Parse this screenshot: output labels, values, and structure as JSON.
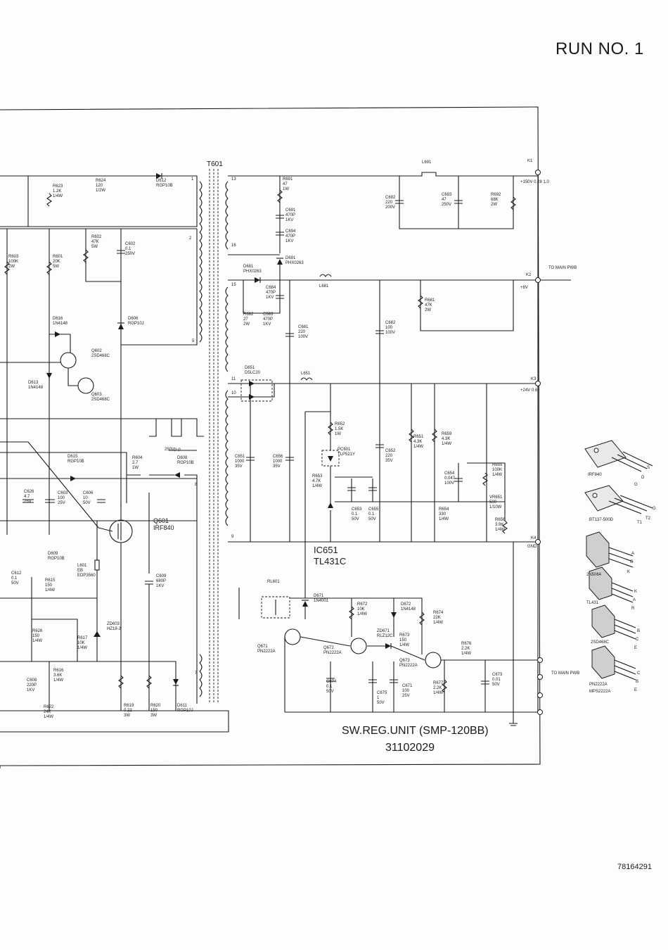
{
  "header": {
    "run_label": "RUN NO. 1"
  },
  "footer": {
    "unit_name": "SW.REG.UNIT (SMP-120BB)",
    "unit_code": "31102029",
    "doc_number": "78164291"
  },
  "ic651": {
    "ref": "IC651",
    "type": "TL431C"
  },
  "q601": {
    "ref": "Q601",
    "type": "IRF840"
  },
  "transformer": {
    "ref": "T601",
    "pins": [
      "1",
      "2",
      "5",
      "7",
      "8",
      "13",
      "16",
      "15",
      "11",
      "10",
      "9"
    ]
  },
  "terminals": [
    {
      "id": "K1",
      "note": "+150V 0.28 1.0"
    },
    {
      "id": "K2",
      "note": "+8V"
    },
    {
      "id": "K3",
      "note": "+24V 0.6"
    },
    {
      "id": "K4",
      "note": "GND"
    }
  ],
  "connectors": {
    "main_pwb_top": "TO MAIN PWB",
    "main_pwb_bottom": "TO MAIN PWB"
  },
  "waveform": {
    "label": "250Vp-p"
  },
  "components": {
    "r623": {
      "ref": "R623",
      "val1": "1.2K",
      "val2": "1/4W"
    },
    "r624": {
      "ref": "R624",
      "val1": "120",
      "val2": "1/2W"
    },
    "d612": {
      "ref": "D612",
      "val1": "RGP10B"
    },
    "r603": {
      "ref": "R603",
      "val1": "100K",
      "val2": "2W"
    },
    "r601": {
      "ref": "R601",
      "val1": "20K",
      "val2": "5W"
    },
    "r602": {
      "ref": "R602",
      "val1": "47K",
      "val2": "5W"
    },
    "c602": {
      "ref": "C602",
      "val1": "0.1",
      "val2": "250V"
    },
    "d616": {
      "ref": "D616",
      "val1": "1N4148"
    },
    "d606": {
      "ref": "D606",
      "val1": "RGP10J"
    },
    "q602": {
      "ref": "Q602",
      "val1": "2SD468C"
    },
    "q603": {
      "ref": "Q603",
      "val1": "2SD468C"
    },
    "d613": {
      "ref": "D613",
      "val1": "1N4148"
    },
    "d615": {
      "ref": "D615",
      "val1": "RGP10B"
    },
    "r604": {
      "ref": "R604",
      "val1": "2.7",
      "val2": "1W"
    },
    "d608": {
      "ref": "D608",
      "val1": "RGP10B"
    },
    "c626": {
      "ref": "C626",
      "val1": "4.7",
      "val2": "25V"
    },
    "c603": {
      "ref": "C603",
      "val1": "100",
      "val2": "25V"
    },
    "c606": {
      "ref": "C606",
      "val1": "10",
      "val2": "50V"
    },
    "d609": {
      "ref": "D609",
      "val1": "RGP10B"
    },
    "l601": {
      "ref": "L601",
      "val1": "EB",
      "val2": "EDP3560"
    },
    "c609": {
      "ref": "C609",
      "val1": "680P",
      "val2": "1KV"
    },
    "c612": {
      "ref": "C612",
      "val1": "0.1",
      "val2": "50V"
    },
    "r615": {
      "ref": "R615",
      "val1": "150",
      "val2": "1/4W"
    },
    "r626": {
      "ref": "R626",
      "val1": "150",
      "val2": "1/4W"
    },
    "r617": {
      "ref": "R617",
      "val1": "10K",
      "val2": "1/4W"
    },
    "zd603": {
      "ref": "ZD603",
      "val1": "HZ18-2"
    },
    "r616": {
      "ref": "R616",
      "val1": "3.6K",
      "val2": "1/4W"
    },
    "c608": {
      "ref": "C608",
      "val1": "220P",
      "val2": "1KV"
    },
    "r622": {
      "ref": "R622",
      "val1": "24K",
      "val2": "1/4W"
    },
    "r619": {
      "ref": "R619",
      "val1": "0.22",
      "val2": "3W"
    },
    "r620": {
      "ref": "R620",
      "val1": "150",
      "val2": "3W"
    },
    "d611": {
      "ref": "D611",
      "val1": "RGP10J"
    },
    "r691": {
      "ref": "R691",
      "val1": "47",
      "val2": "1W"
    },
    "c691": {
      "ref": "C691",
      "val1": "470P",
      "val2": "1KV"
    },
    "c694": {
      "ref": "C694",
      "val1": "470P",
      "val2": "1KV"
    },
    "d691": {
      "ref": "D691",
      "val1": "PHX0263"
    },
    "d681": {
      "ref": "D681",
      "val1": "PHX0263"
    },
    "c684": {
      "ref": "C684",
      "val1": "470P",
      "val2": "1KV"
    },
    "r682": {
      "ref": "R682",
      "val1": "27",
      "val2": "2W"
    },
    "c683": {
      "ref": "C683",
      "val1": "470P",
      "val2": "1KV"
    },
    "c681": {
      "ref": "C681",
      "val1": "220",
      "val2": "100V"
    },
    "c682": {
      "ref": "C682",
      "val1": "100",
      "val2": "100V"
    },
    "r681": {
      "ref": "R681",
      "val1": "47K",
      "val2": "2W"
    },
    "l691": {
      "ref": "L691"
    },
    "l681": {
      "ref": "L681"
    },
    "c692": {
      "ref": "C692",
      "val1": "220",
      "val2": "200V"
    },
    "c693": {
      "ref": "C693",
      "val1": "47",
      "val2": "250V"
    },
    "r692": {
      "ref": "R692",
      "val1": "68K",
      "val2": "2W"
    },
    "d651": {
      "ref": "D651",
      "val1": "D5LC20"
    },
    "l651": {
      "ref": "L651"
    },
    "r652": {
      "ref": "R652",
      "val1": "1.5K",
      "val2": "1W"
    },
    "pc601": {
      "ref": "PC601",
      "val1": "TLP521Y"
    },
    "r651": {
      "ref": "R651",
      "val1": "4.3K",
      "val2": "1/4W"
    },
    "r659": {
      "ref": "R659",
      "val1": "4.3K",
      "val2": "1/4W"
    },
    "c651": {
      "ref": "C651",
      "val1": "1000",
      "val2": "35V"
    },
    "c656": {
      "ref": "C656",
      "val1": "1000",
      "val2": "35V"
    },
    "c652": {
      "ref": "C652",
      "val1": "220",
      "val2": "35V"
    },
    "r653": {
      "ref": "R653",
      "val1": "4.7K",
      "val2": "1/4W"
    },
    "c654": {
      "ref": "C654",
      "val1": "0.047",
      "val2": "100V"
    },
    "r655": {
      "ref": "R655",
      "val1": "100K",
      "val2": "1/4W"
    },
    "vr651": {
      "ref": "VR651",
      "val1": "500",
      "val2": "1/10W"
    },
    "c653": {
      "ref": "C653",
      "val1": "0.1",
      "val2": "50V"
    },
    "c655": {
      "ref": "C655",
      "val1": "0.1",
      "val2": "50V"
    },
    "r654": {
      "ref": "R654",
      "val1": "330",
      "val2": "1/4W"
    },
    "r656": {
      "ref": "R656",
      "val1": "3.9K",
      "val2": "1/4W"
    },
    "rl601": {
      "ref": "RL601"
    },
    "d671": {
      "ref": "D671",
      "val1": "1N4001"
    },
    "r672": {
      "ref": "R672",
      "val1": "10K",
      "val2": "1/4W"
    },
    "d672": {
      "ref": "D672",
      "val1": "1N4148"
    },
    "r674": {
      "ref": "R674",
      "val1": "22K",
      "val2": "1/4W"
    },
    "zd671": {
      "ref": "ZD671",
      "val1": "RLZ12C"
    },
    "r673": {
      "ref": "R673",
      "val1": "150",
      "val2": "1/4W"
    },
    "q671": {
      "ref": "Q671",
      "val1": "PN2222A"
    },
    "q672": {
      "ref": "Q672",
      "val1": "PN2222A"
    },
    "q673": {
      "ref": "Q673",
      "val1": "PN2222A"
    },
    "r676": {
      "ref": "R676",
      "val1": "2.2K",
      "val2": "1/4W"
    },
    "c674": {
      "ref": "C674",
      "val1": "0.1",
      "val2": "50V"
    },
    "c675": {
      "ref": "C675",
      "val1": "1",
      "val2": "50V"
    },
    "c671": {
      "ref": "C671",
      "val1": "100",
      "val2": "25V"
    },
    "r677": {
      "ref": "R677",
      "val1": "2.2K",
      "val2": "1/4W"
    },
    "c673": {
      "ref": "C673",
      "val1": "0.01",
      "val2": "50V"
    }
  },
  "packages": [
    {
      "name": "IRF840",
      "pins": [
        "S",
        "D",
        "G"
      ]
    },
    {
      "name": "BT137-500D",
      "pins": [
        "G",
        "T2",
        "T1"
      ]
    },
    {
      "name": "2N5064",
      "pins": [
        "A",
        "G",
        "K"
      ]
    },
    {
      "name": "TL431",
      "pins": [
        "K",
        "A",
        "R"
      ]
    },
    {
      "name": "2SD468C",
      "pins": [
        "B",
        "C",
        "E"
      ]
    },
    {
      "name": "PN2222A",
      "pins": [
        "C",
        "B",
        "E"
      ]
    },
    {
      "name": "MPS2222A"
    }
  ],
  "misc": {
    "r656_note": "3.9K"
  }
}
